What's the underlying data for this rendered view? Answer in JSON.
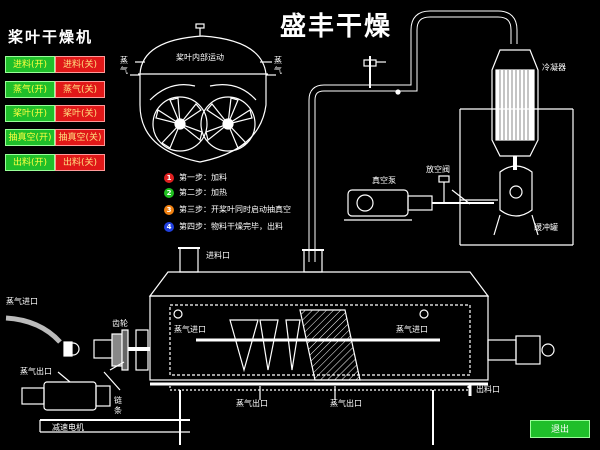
{
  "header": {
    "title": "盛丰干燥",
    "subtitle": "桨叶干燥机"
  },
  "controls": [
    {
      "on": "进料(开)",
      "off": "进料(关)"
    },
    {
      "on": "蒸气(开)",
      "off": "蒸气(关)"
    },
    {
      "on": "桨叶(开)",
      "off": "桨叶(关)"
    },
    {
      "on": "抽真空(开)",
      "off": "抽真空(关)"
    },
    {
      "on": "出料(开)",
      "off": "出料(关)"
    }
  ],
  "steps": [
    {
      "num": "1",
      "color": "#e02020",
      "text": "第一步：加料"
    },
    {
      "num": "2",
      "color": "#20c020",
      "text": "第二步：加热"
    },
    {
      "num": "3",
      "color": "#f08010",
      "text": "第三步：开桨叶同时启动抽真空"
    },
    {
      "num": "4",
      "color": "#2040e0",
      "text": "第四步：物料干燥完毕，出料"
    }
  ],
  "labels": {
    "paddle_motion": "桨叶内部运动",
    "steam_left": "蒸\n气",
    "steam_right": "蒸\n气",
    "condenser": "冷凝器",
    "vacuum_pump": "真空泵",
    "vent_valve": "放空阀",
    "buffer_tank": "缓冲罐",
    "feed_inlet": "进料口",
    "steam_inlet_left": "蒸气进口",
    "steam_inlet_a": "蒸气进口",
    "steam_inlet_b": "蒸气进口",
    "gear": "齿轮",
    "steam_outlet_left": "蒸气出口",
    "chain": "链\n条",
    "reducer_motor": "减速电机",
    "steam_outlet_a": "蒸气出口",
    "steam_outlet_b": "蒸气出口",
    "discharge": "出料口"
  },
  "exit_label": "退出"
}
